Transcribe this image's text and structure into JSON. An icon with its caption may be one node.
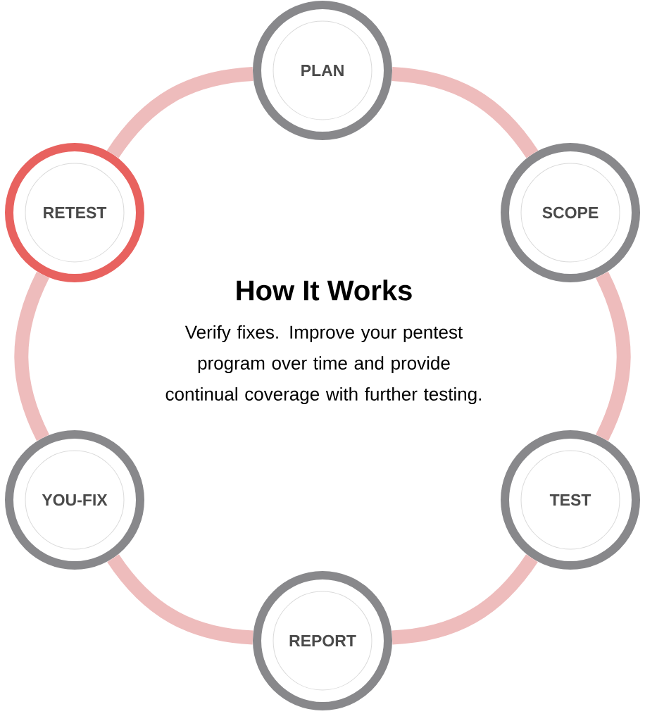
{
  "diagram": {
    "title": "How It Works",
    "nodes": [
      {
        "text": [
          "PLAN"
        ]
      },
      {
        "text": [
          "SCOPE"
        ]
      },
      {
        "text": [
          "TEST"
        ]
      },
      {
        "text": [
          "REPORT"
        ]
      },
      {
        "text": [
          "YOU-FIX"
        ]
      },
      {
        "text": [
          "RETEST"
        ]
      }
    ],
    "edges": [
      {
        "from": 0,
        "to": 1,
        "arrow": "none"
      },
      {
        "from": 1,
        "to": 2,
        "arrow": "none"
      },
      {
        "from": 2,
        "to": 3,
        "arrow": "none"
      },
      {
        "from": 3,
        "to": 4,
        "arrow": "none"
      },
      {
        "from": 4,
        "to": 5,
        "arrow": "none"
      },
      {
        "from": 5,
        "to": 0,
        "arrow": "none"
      }
    ],
    "labels": [
      "Verify fixes. Improve your pentest program over time and provide continual coverage with further testing."
    ]
  }
}
